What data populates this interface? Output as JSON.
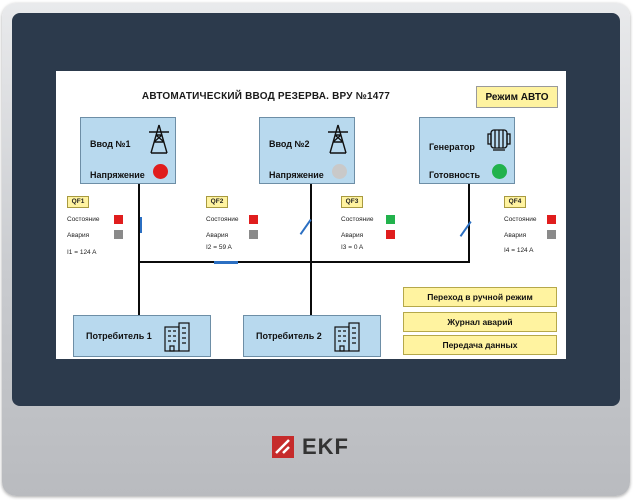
{
  "header": {
    "title": "АВТОМАТИЧЕСКИЙ ВВОД РЕЗЕРВА. ВРУ №1477",
    "mode_label": "Режим АВТО"
  },
  "sources": [
    {
      "name": "Ввод №1",
      "status_label": "Напряжение",
      "lamp_color": "#e01d1d",
      "icon": "power-tower-icon"
    },
    {
      "name": "Ввод №2",
      "status_label": "Напряжение",
      "lamp_color": "#c9c9c9",
      "icon": "power-tower-icon"
    },
    {
      "name": "Генератор",
      "status_label": "Готовность",
      "lamp_color": "#22b24c",
      "icon": "generator-icon"
    }
  ],
  "breakers": [
    {
      "name": "QF1",
      "state_label": "Состояние",
      "alarm_label": "Авария",
      "current": "I1 = 124 A",
      "state_color": "#e01d1d",
      "alarm_color": "#8a8a8a"
    },
    {
      "name": "QF2",
      "state_label": "Состояние",
      "alarm_label": "Авария",
      "current": "I2 = 59 A",
      "state_color": "#e01d1d",
      "alarm_color": "#8a8a8a"
    },
    {
      "name": "QF3",
      "state_label": "Состояние",
      "alarm_label": "Авария",
      "current": "I3 = 0 A",
      "state_color": "#22b24c",
      "alarm_color": "#e01d1d"
    },
    {
      "name": "QF4",
      "state_label": "Состояние",
      "alarm_label": "Авария",
      "current": "I4 = 124 A",
      "state_color": "#e01d1d",
      "alarm_color": "#8a8a8a"
    }
  ],
  "consumers": [
    {
      "name": "Потребитель 1",
      "icon": "building-icon"
    },
    {
      "name": "Потребитель 2",
      "icon": "building-icon"
    }
  ],
  "actions": {
    "manual_mode": "Переход в ручной режим",
    "alarm_log": "Журнал аварий",
    "data_transfer": "Передача данных"
  },
  "device": {
    "brand": "EKF"
  }
}
